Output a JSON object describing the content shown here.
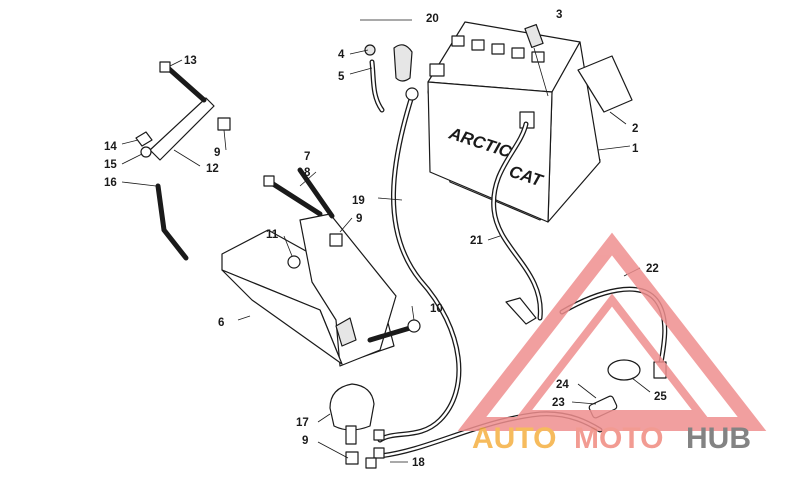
{
  "callouts": [
    {
      "id": "1",
      "label": "1"
    },
    {
      "id": "2",
      "label": "2"
    },
    {
      "id": "3",
      "label": "3"
    },
    {
      "id": "4",
      "label": "4"
    },
    {
      "id": "5",
      "label": "5"
    },
    {
      "id": "6",
      "label": "6"
    },
    {
      "id": "7",
      "label": "7"
    },
    {
      "id": "8",
      "label": "8"
    },
    {
      "id": "9a",
      "label": "9"
    },
    {
      "id": "9b",
      "label": "9"
    },
    {
      "id": "9c",
      "label": "9"
    },
    {
      "id": "10",
      "label": "10"
    },
    {
      "id": "11",
      "label": "11"
    },
    {
      "id": "12",
      "label": "12"
    },
    {
      "id": "13",
      "label": "13"
    },
    {
      "id": "14",
      "label": "14"
    },
    {
      "id": "15",
      "label": "15"
    },
    {
      "id": "16",
      "label": "16"
    },
    {
      "id": "17",
      "label": "17"
    },
    {
      "id": "18",
      "label": "18"
    },
    {
      "id": "19",
      "label": "19"
    },
    {
      "id": "20",
      "label": "20"
    },
    {
      "id": "21",
      "label": "21"
    },
    {
      "id": "22",
      "label": "22"
    },
    {
      "id": "23",
      "label": "23"
    },
    {
      "id": "24",
      "label": "24"
    },
    {
      "id": "25",
      "label": "25"
    }
  ],
  "battery_brand": {
    "line1": "ARCTIC",
    "line2": "CAT"
  },
  "watermark": {
    "part1": "AUTO",
    "part2": "MOTO",
    "part3": "HUB",
    "colors": {
      "auto": "#f5b041",
      "moto": "#f08a80",
      "hub": "#6e6e6e",
      "triangle": "#ef8f8f"
    }
  }
}
